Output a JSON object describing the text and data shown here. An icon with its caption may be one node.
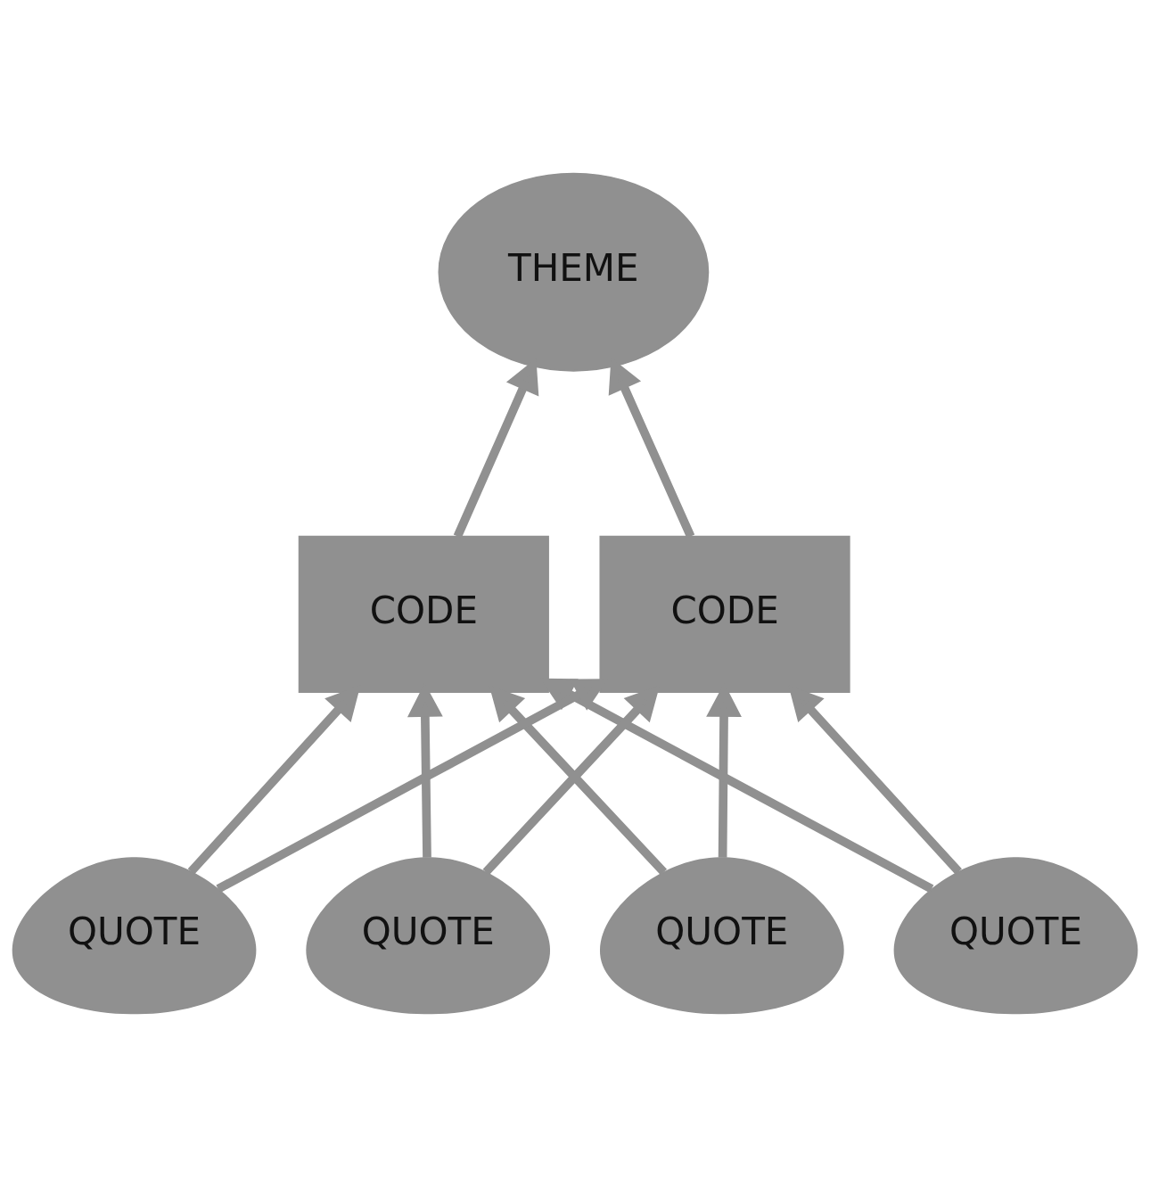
{
  "diagram": {
    "nodes": [
      {
        "text": [
          "THEME"
        ]
      },
      {
        "text": [
          "CODE"
        ]
      },
      {
        "text": [
          "CODE"
        ]
      },
      {
        "text": [
          "QUOTE"
        ]
      },
      {
        "text": [
          "QUOTE"
        ]
      },
      {
        "text": [
          "QUOTE"
        ]
      },
      {
        "text": [
          "QUOTE"
        ]
      }
    ],
    "edges": [
      {
        "from": 1,
        "to": 0,
        "arrow": "to"
      },
      {
        "from": 2,
        "to": 0,
        "arrow": "to"
      },
      {
        "from": 3,
        "to": 1,
        "arrow": "to"
      },
      {
        "from": 3,
        "to": 2,
        "arrow": "to"
      },
      {
        "from": 4,
        "to": 1,
        "arrow": "to"
      },
      {
        "from": 4,
        "to": 2,
        "arrow": "to"
      },
      {
        "from": 5,
        "to": 1,
        "arrow": "to"
      },
      {
        "from": 5,
        "to": 2,
        "arrow": "to"
      },
      {
        "from": 6,
        "to": 1,
        "arrow": "to"
      },
      {
        "from": 6,
        "to": 2,
        "arrow": "to"
      }
    ]
  }
}
